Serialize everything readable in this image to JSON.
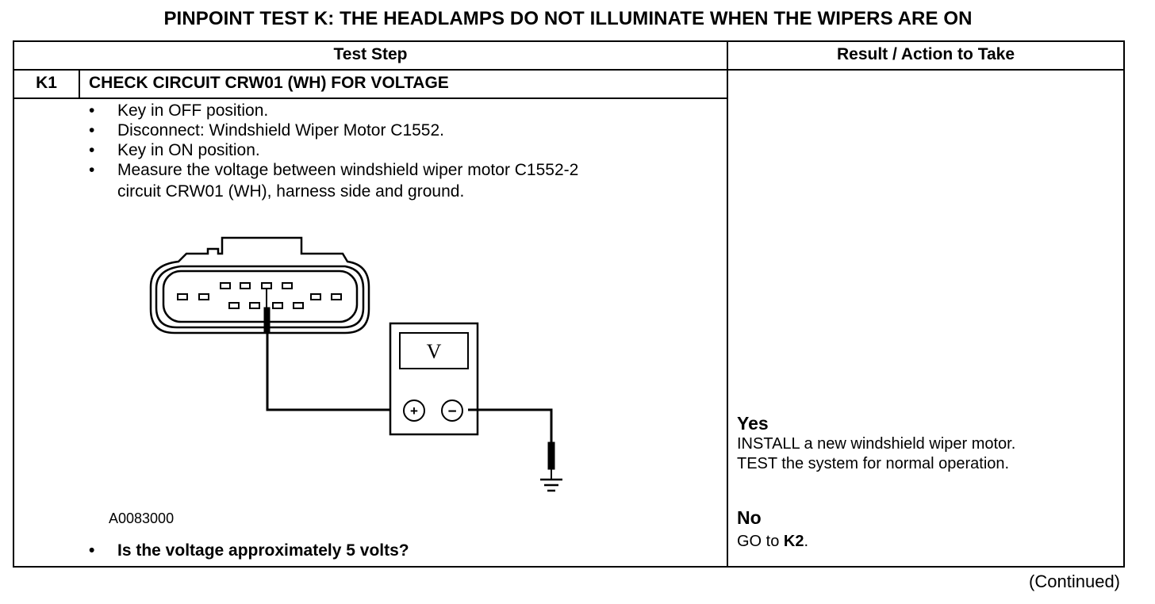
{
  "title": "PINPOINT TEST  K: THE HEADLAMPS DO NOT ILLUMINATE WHEN THE WIPERS ARE ON",
  "table": {
    "headers": {
      "test_step": "Test Step",
      "result": "Result / Action to Take"
    },
    "step": {
      "id": "K1",
      "name": "CHECK CIRCUIT CRW01 (WH) FOR VOLTAGE",
      "instructions": [
        "Key in OFF position.",
        "Disconnect: Windshield Wiper Motor C1552.",
        "Key in ON position.",
        "Measure the voltage between windshield wiper motor C1552-2",
        "circuit CRW01 (WH), harness side and ground."
      ],
      "figure_id": "A0083000",
      "meter_symbol": "V",
      "plus": "+",
      "minus": "−",
      "question": "Is the voltage approximately 5 volts?"
    },
    "results": {
      "yes": {
        "label": "Yes",
        "lines": [
          "INSTALL a new windshield wiper motor.",
          "TEST the system for normal operation."
        ]
      },
      "no": {
        "label": "No",
        "prefix": "GO to ",
        "target": "K2",
        "suffix": "."
      }
    }
  },
  "continued": "(Continued)"
}
